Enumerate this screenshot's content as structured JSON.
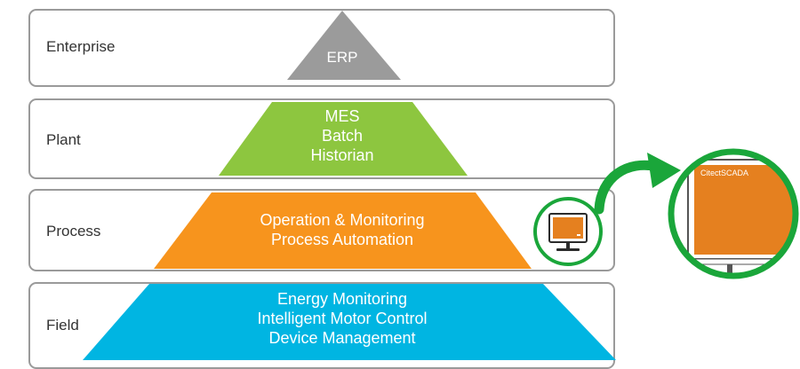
{
  "levels": [
    {
      "label": "Enterprise",
      "lines": [
        "ERP"
      ],
      "color": "#9b9b9b"
    },
    {
      "label": "Plant",
      "lines": [
        "MES",
        "Batch",
        "Historian"
      ],
      "color": "#8dc63f"
    },
    {
      "label": "Process",
      "lines": [
        "Operation & Monitoring",
        "Process Automation"
      ],
      "color": "#f7941d"
    },
    {
      "label": "Field",
      "lines": [
        "Energy Monitoring",
        "Intelligent Motor Control",
        "Device Management"
      ],
      "color": "#00b5e2"
    }
  ],
  "callout": {
    "app_label": "CitectSCADA",
    "icon": "monitor-icon",
    "ring_color": "#1aa63a",
    "screen_color": "#e5801f"
  },
  "colors": {
    "border": "#9a9a9a",
    "text": "#333333"
  }
}
